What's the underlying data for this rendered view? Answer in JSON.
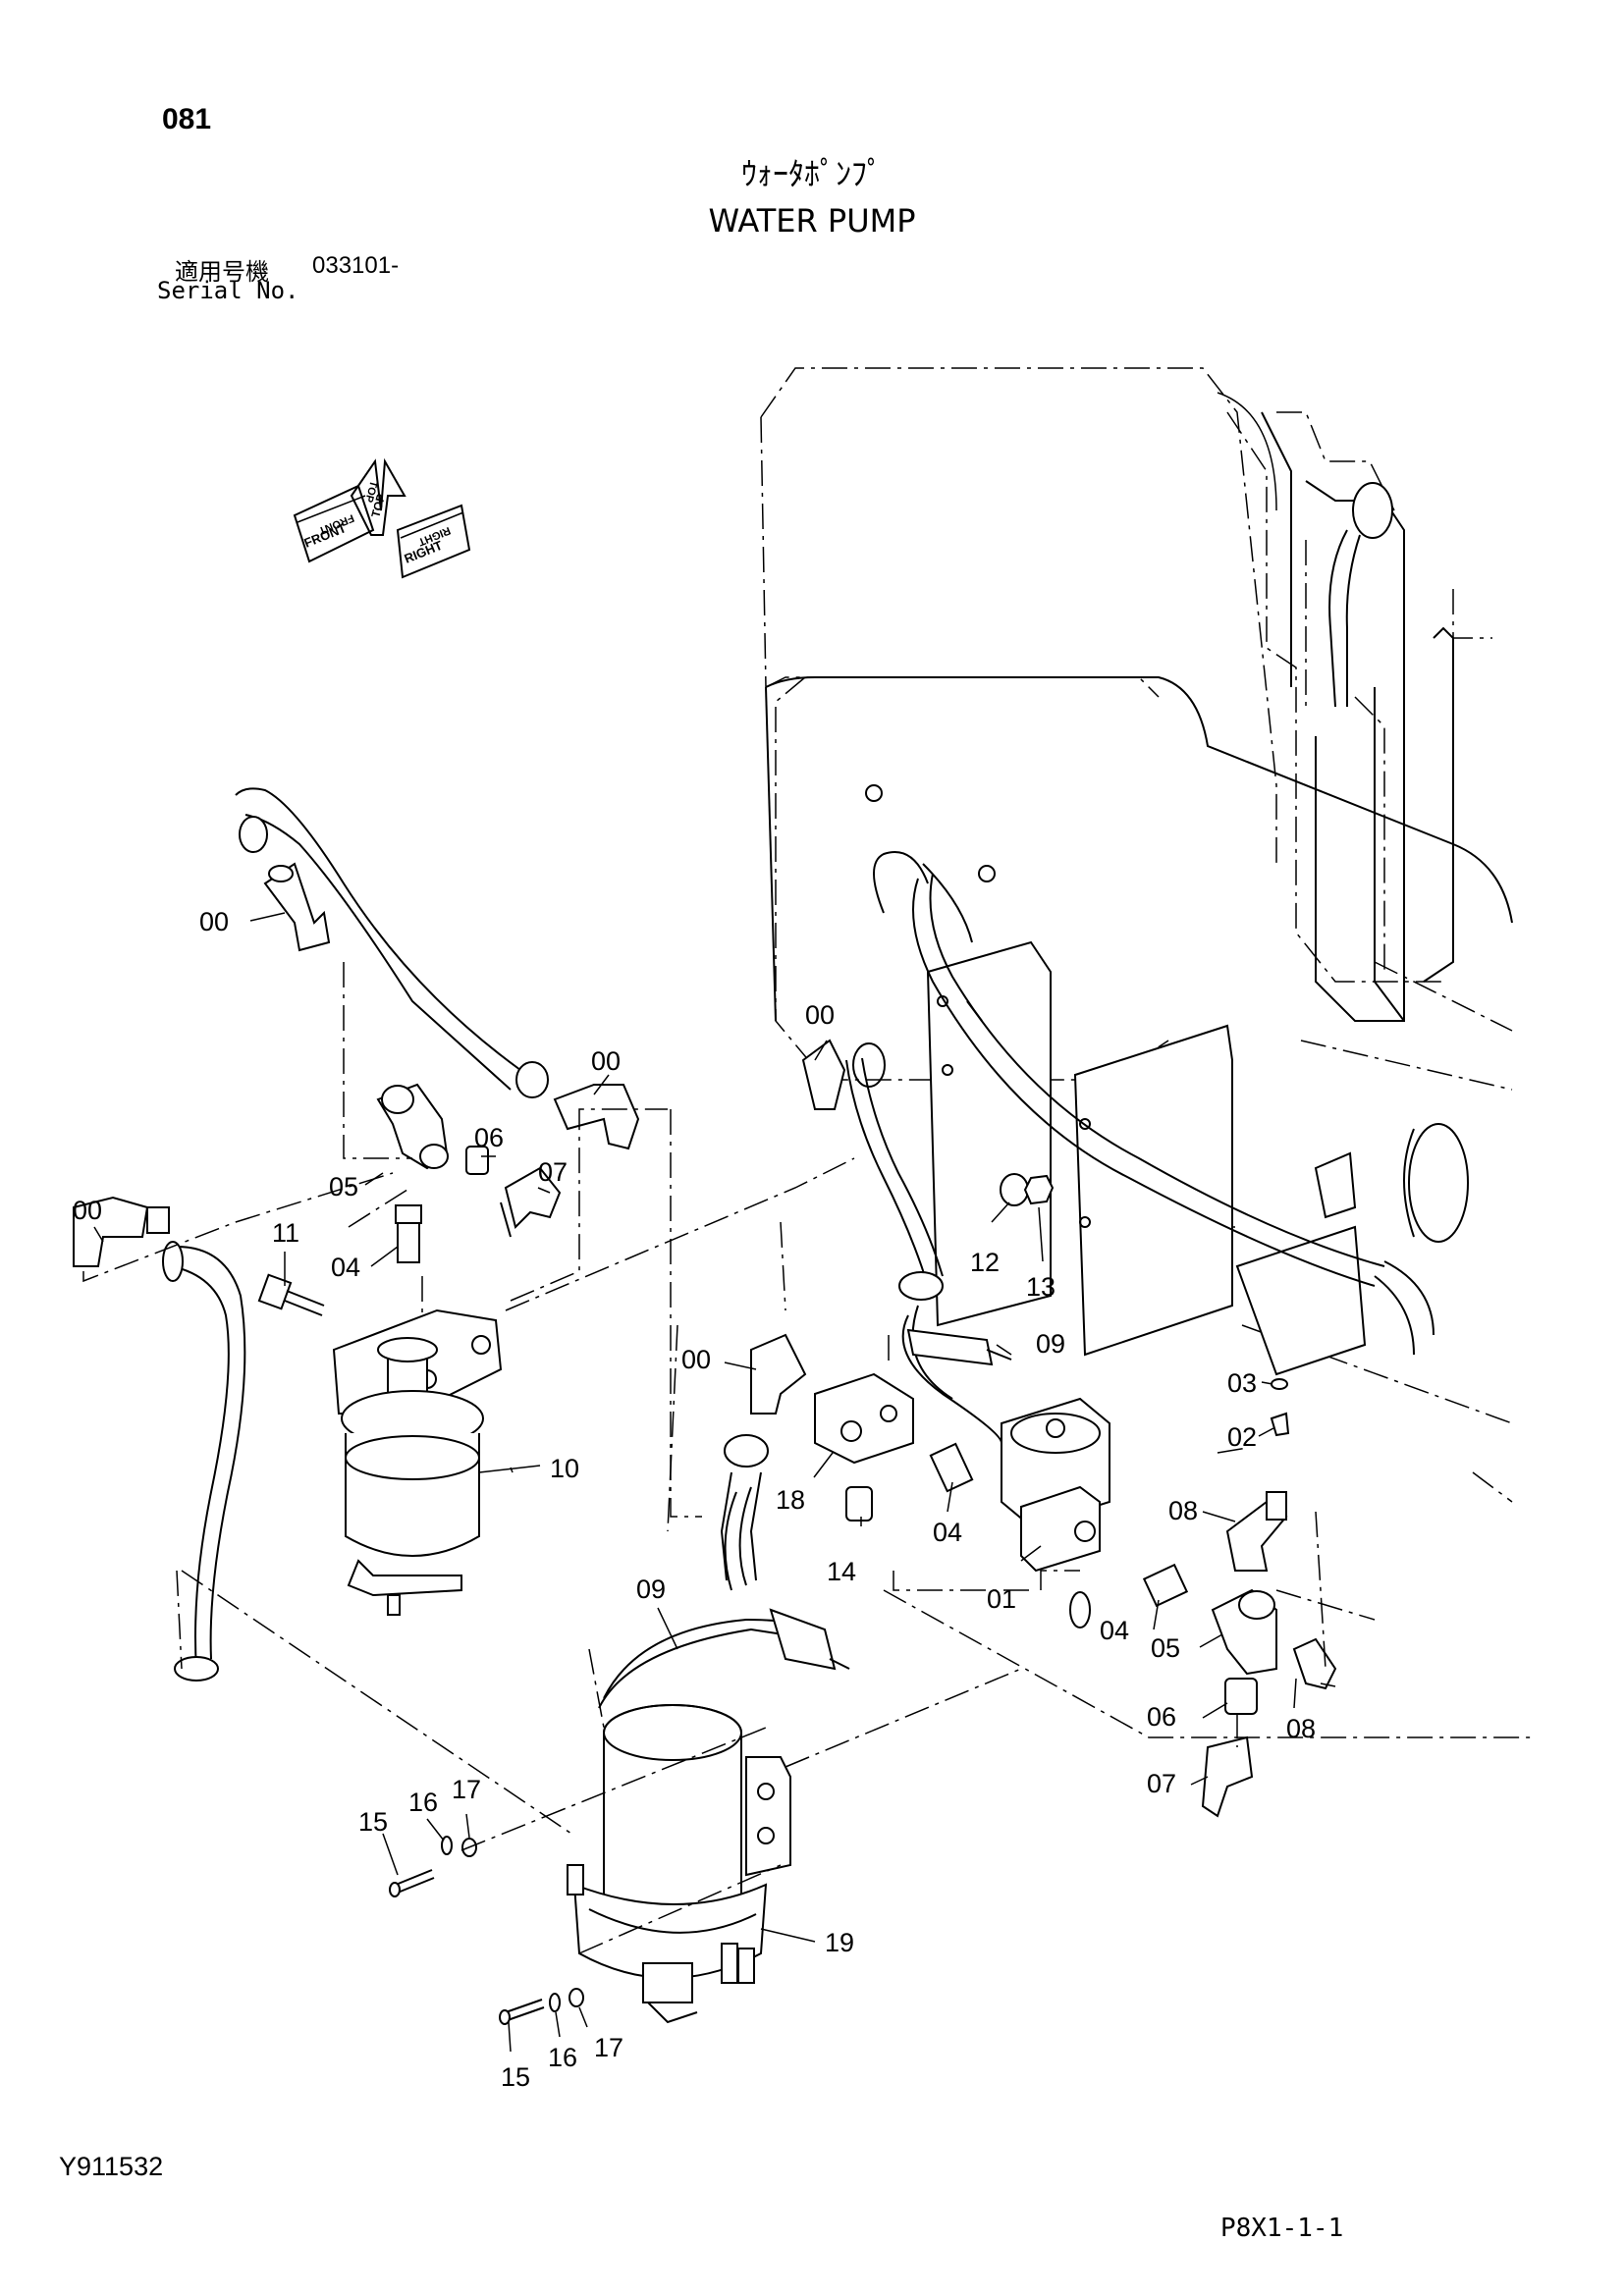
{
  "header": {
    "page_number": "081",
    "title_jp": "ｳｫｰﾀﾎﾟﾝﾌﾟ",
    "title_en": "WATER PUMP",
    "serial_label_jp": "適用号機",
    "serial_label_en": "Serial No.",
    "serial_value": "033101-"
  },
  "orientation_badge": {
    "labels": [
      "FRONT",
      "TOP",
      "RIGHT",
      "FRONT",
      "TOP",
      "RIGHT"
    ]
  },
  "callouts": [
    {
      "id": "c00a",
      "text": "00"
    },
    {
      "id": "c00b",
      "text": "00"
    },
    {
      "id": "c00c",
      "text": "00"
    },
    {
      "id": "c00d",
      "text": "00"
    },
    {
      "id": "c00e",
      "text": "00"
    },
    {
      "id": "c01",
      "text": "01"
    },
    {
      "id": "c02",
      "text": "02"
    },
    {
      "id": "c03",
      "text": "03"
    },
    {
      "id": "c04a",
      "text": "04"
    },
    {
      "id": "c04b",
      "text": "04"
    },
    {
      "id": "c04c",
      "text": "04"
    },
    {
      "id": "c05a",
      "text": "05"
    },
    {
      "id": "c05b",
      "text": "05"
    },
    {
      "id": "c06a",
      "text": "06"
    },
    {
      "id": "c06b",
      "text": "06"
    },
    {
      "id": "c07a",
      "text": "07"
    },
    {
      "id": "c07b",
      "text": "07"
    },
    {
      "id": "c08a",
      "text": "08"
    },
    {
      "id": "c08b",
      "text": "08"
    },
    {
      "id": "c09a",
      "text": "09"
    },
    {
      "id": "c09b",
      "text": "09"
    },
    {
      "id": "c10",
      "text": "10"
    },
    {
      "id": "c11",
      "text": "11"
    },
    {
      "id": "c12",
      "text": "12"
    },
    {
      "id": "c13",
      "text": "13"
    },
    {
      "id": "c14",
      "text": "14"
    },
    {
      "id": "c15a",
      "text": "15"
    },
    {
      "id": "c15b",
      "text": "15"
    },
    {
      "id": "c16a",
      "text": "16"
    },
    {
      "id": "c16b",
      "text": "16"
    },
    {
      "id": "c17a",
      "text": "17"
    },
    {
      "id": "c17b",
      "text": "17"
    },
    {
      "id": "c18",
      "text": "18"
    },
    {
      "id": "c19",
      "text": "19"
    }
  ],
  "footer": {
    "figure_number": "Y911532",
    "page_code": "P8X1-1-1"
  }
}
